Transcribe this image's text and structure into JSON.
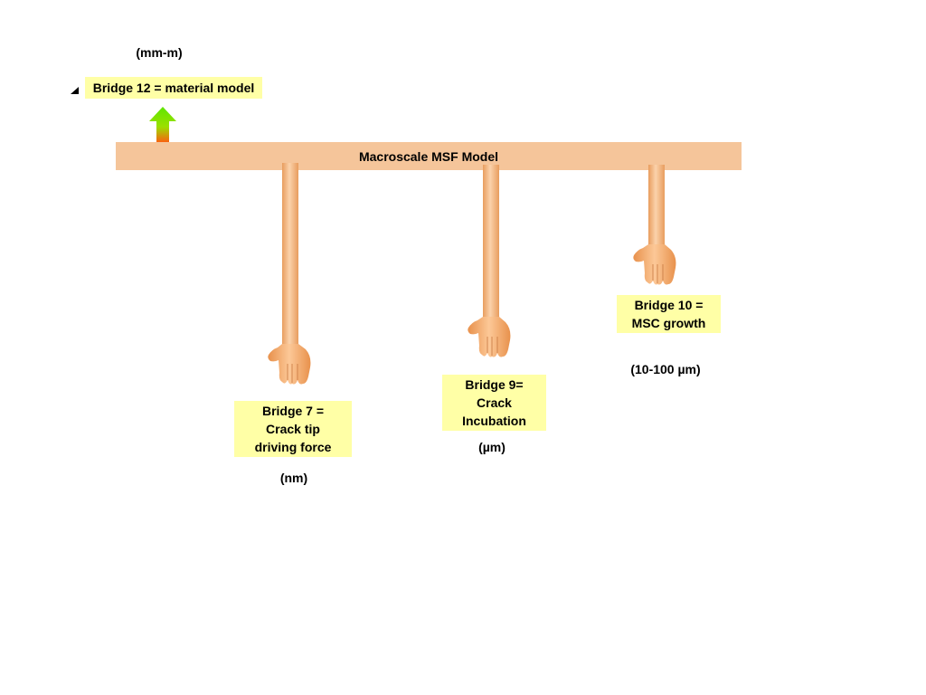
{
  "top_scale": "(mm-m)",
  "bridge12": {
    "label": "Bridge 12 = material model"
  },
  "macro_bar": {
    "label": "Macroscale MSF Model"
  },
  "bridges": [
    {
      "lines": [
        "Bridge 7 =",
        "Crack tip",
        "driving force"
      ],
      "scale": "(nm)"
    },
    {
      "lines": [
        "Bridge 9=",
        "Crack",
        "Incubation"
      ],
      "scale": "(µm)"
    },
    {
      "lines": [
        "Bridge 10 =",
        "MSC growth"
      ],
      "scale": "(10-100 µm)"
    }
  ],
  "colors": {
    "bar": "#f5c59a",
    "label_box": "#ffffa6",
    "arrow_top": "#5fe600",
    "arrow_bottom": "#ff5a10"
  }
}
